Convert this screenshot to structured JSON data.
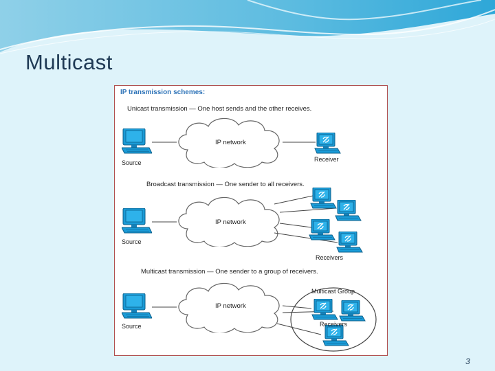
{
  "slide": {
    "title": "Multicast",
    "page_number": "3"
  },
  "figure": {
    "heading": "IP transmission schemes:",
    "schemes": [
      {
        "caption": "Unicast transmission — One host sends and the other receives.",
        "network_label": "IP network",
        "source_label": "Source",
        "receiver_label": "Receiver"
      },
      {
        "caption": "Broadcast transmission — One sender to all receivers.",
        "network_label": "IP network",
        "source_label": "Source",
        "receiver_label": "Receivers"
      },
      {
        "caption": "Multicast transmission — One sender to a group of receivers.",
        "network_label": "IP network",
        "source_label": "Source",
        "group_label": "Multicast Group",
        "receiver_label": "Receivers"
      }
    ]
  },
  "colors": {
    "background": "#def3fa",
    "title": "#1f3a55",
    "heading": "#2f74b8",
    "computer": "#1a9bd7",
    "computer_dark": "#0d5f8a",
    "figure_border": "#b05050"
  }
}
